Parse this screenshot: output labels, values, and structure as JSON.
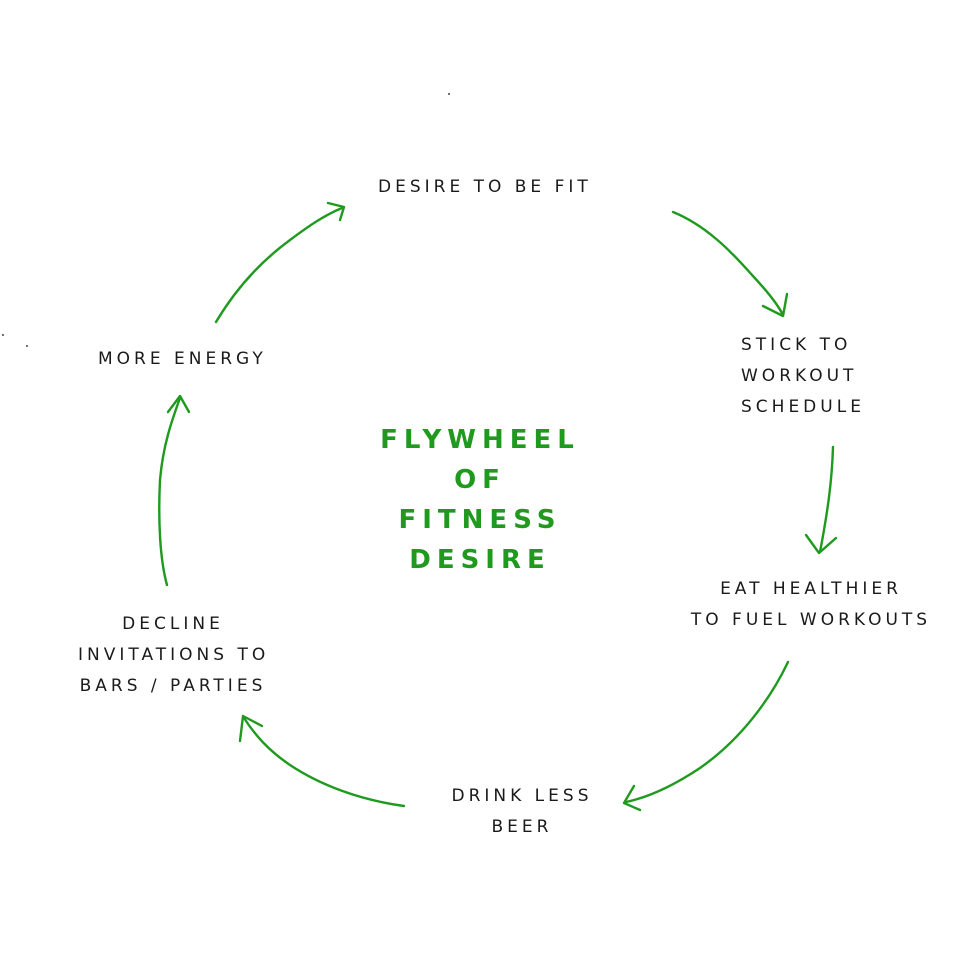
{
  "title": {
    "lines": [
      "FLYWHEEL",
      "OF",
      "FITNESS",
      "DESIRE"
    ],
    "color": "#1f9a1f"
  },
  "arrow_color": "#1f9a1f",
  "text_color": "#1a1a1a",
  "nodes": [
    {
      "id": "desire",
      "lines": [
        "DESIRE TO BE FIT"
      ]
    },
    {
      "id": "stick",
      "lines": [
        "STICK TO",
        "WORKOUT",
        "SCHEDULE"
      ]
    },
    {
      "id": "eat",
      "lines": [
        "EAT HEALTHIER",
        "TO FUEL WORKOUTS"
      ]
    },
    {
      "id": "drink",
      "lines": [
        "DRINK LESS",
        "BEER"
      ]
    },
    {
      "id": "decline",
      "lines": [
        "DECLINE",
        "INVITATIONS TO",
        "BARS / PARTIES"
      ]
    },
    {
      "id": "energy",
      "lines": [
        "MORE ENERGY"
      ]
    }
  ]
}
